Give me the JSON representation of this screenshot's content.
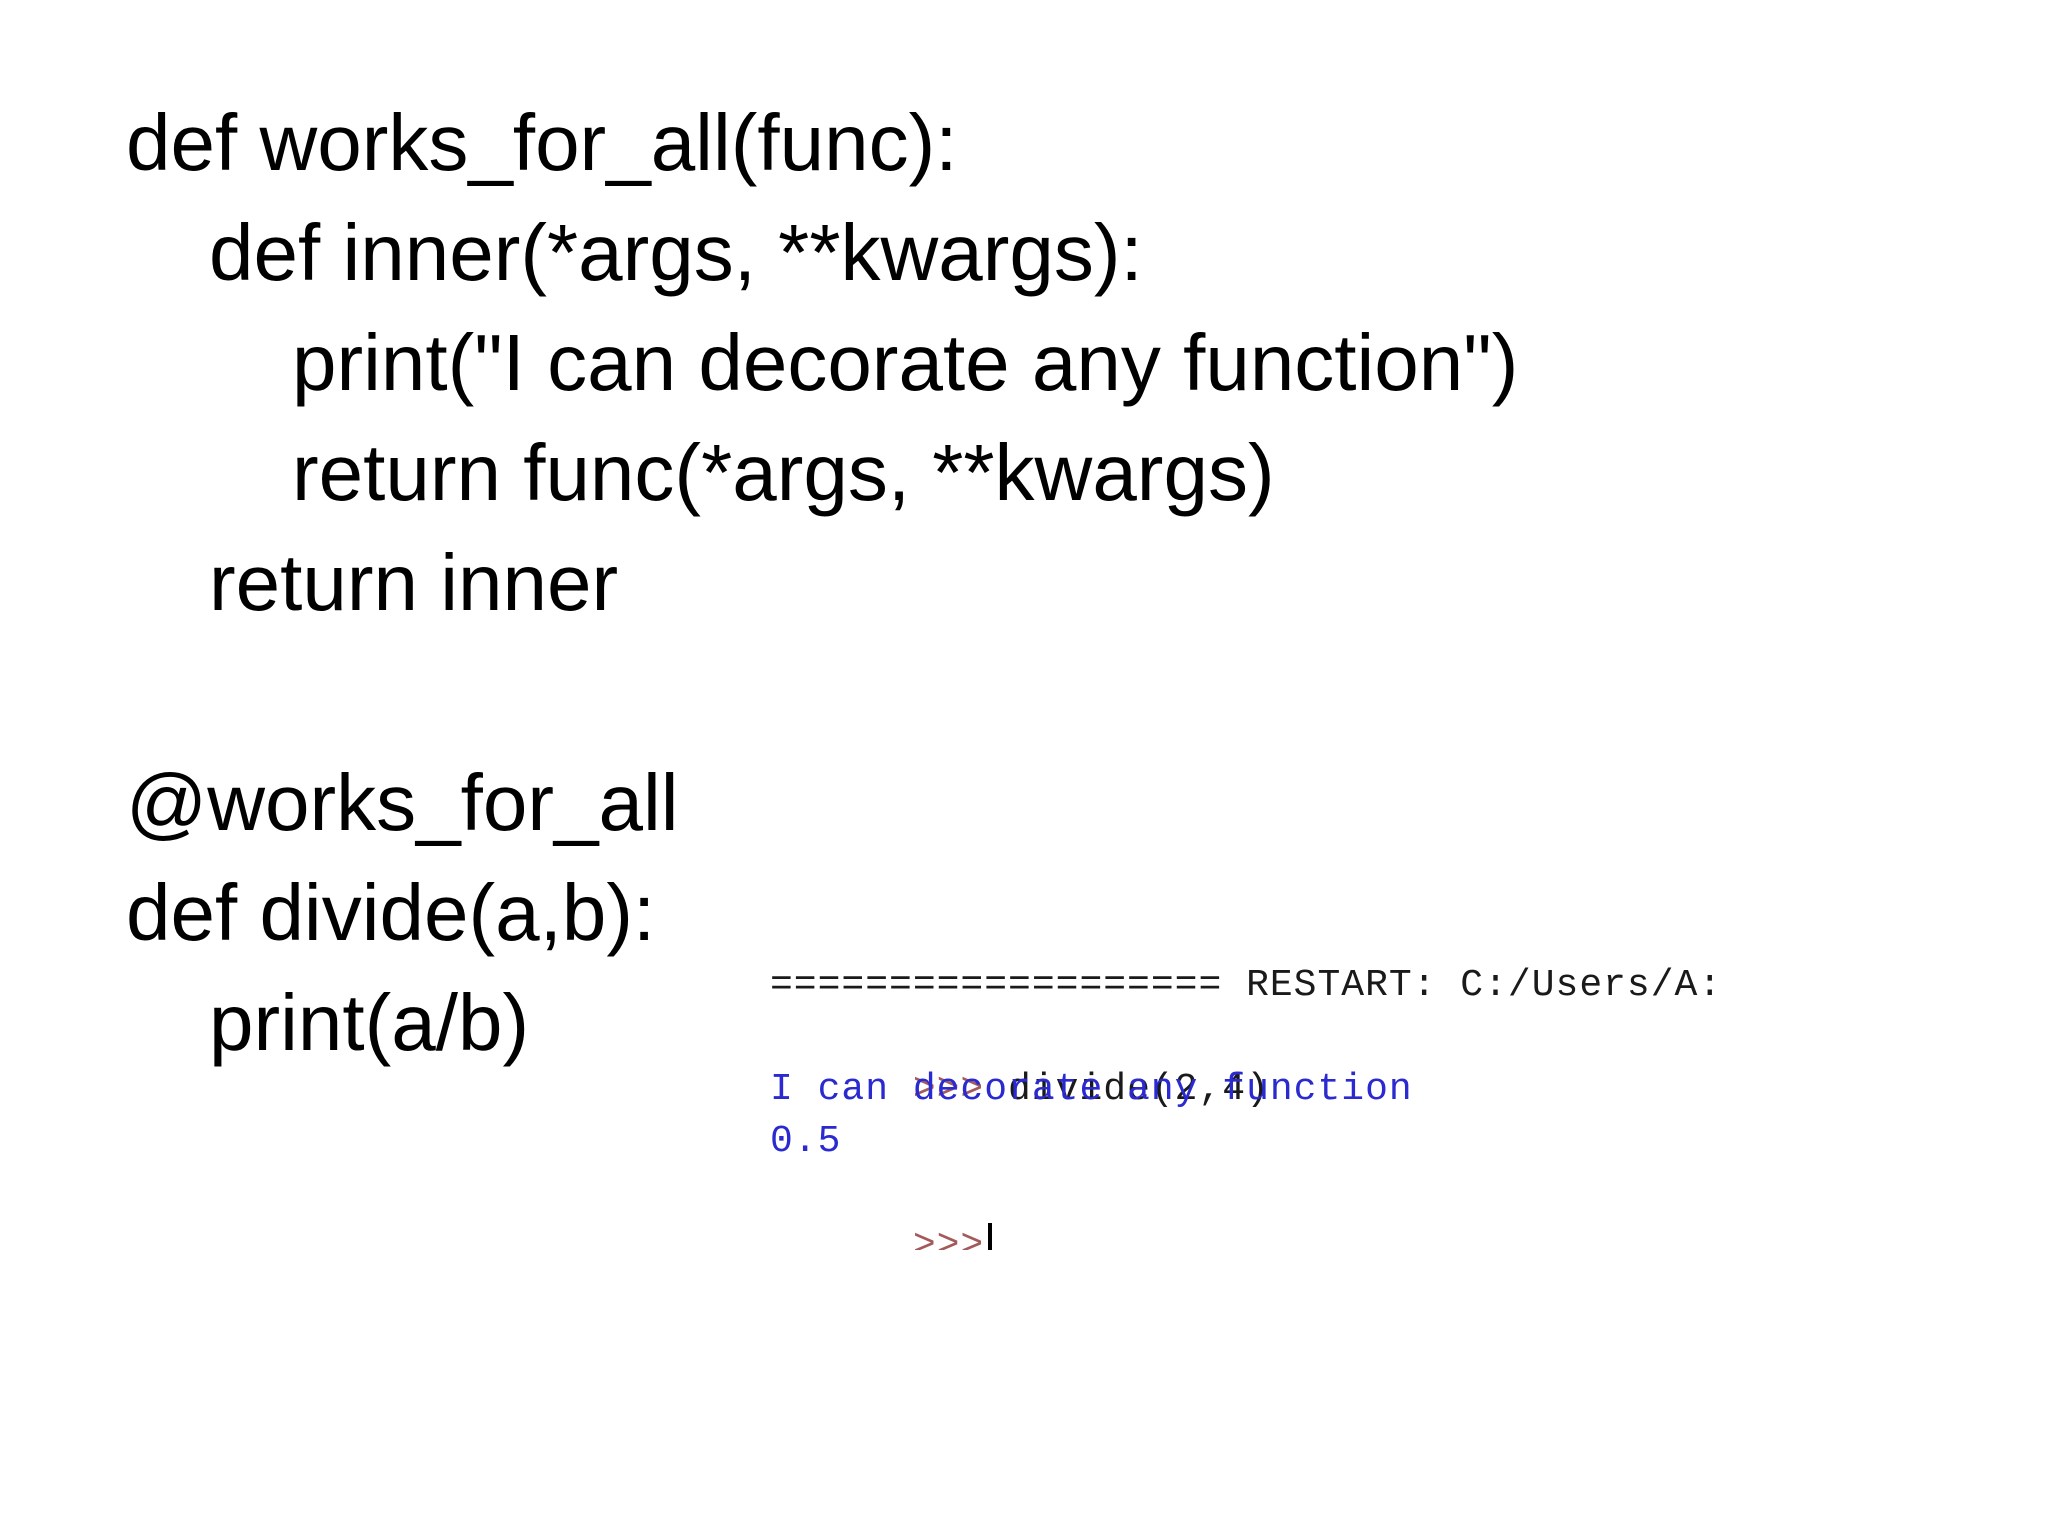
{
  "code": {
    "lines": [
      "def works_for_all(func):",
      "def inner(*args, **kwargs):",
      "print(\"I can decorate any function\")",
      "return func(*args, **kwargs)",
      "return inner",
      "@works_for_all",
      "def divide(a,b):",
      "print(a/b)"
    ]
  },
  "console": {
    "restart_line": "=================== RESTART: C:/Users/A:",
    "prompt": ">>>",
    "command": " divide(2,4)",
    "output_text": "I can decorate any function",
    "output_value": "0.5",
    "colors": {
      "prompt": "#a35a5a",
      "stdout": "#2a2ad0",
      "text": "#1a1a1a"
    }
  }
}
